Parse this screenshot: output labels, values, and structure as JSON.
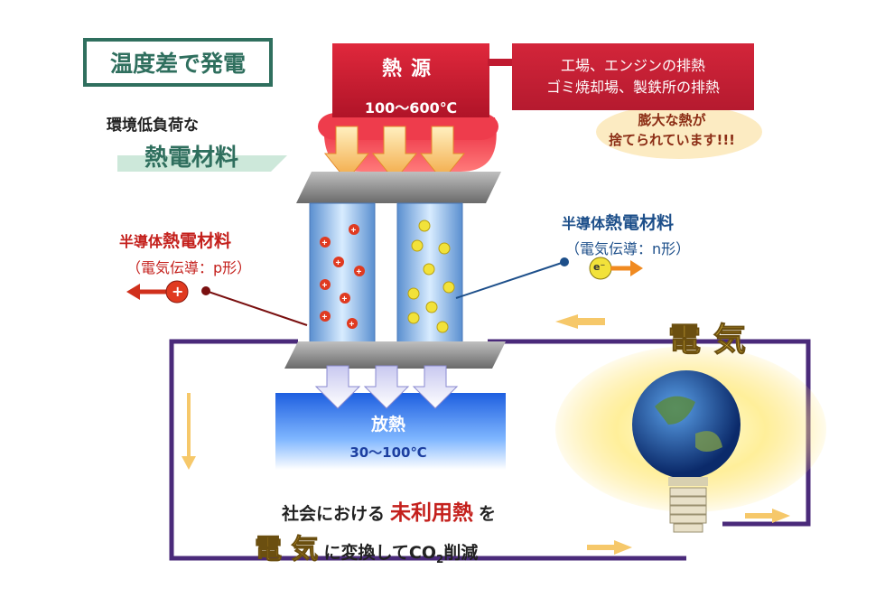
{
  "title": "温度差で発電",
  "eco_label": "環境低負荷な",
  "material_label": "熱電材料",
  "heat_source": {
    "title": "熱源",
    "temp": "100～600℃"
  },
  "waste_heat": {
    "line1": "工場、エンジンの排熱",
    "line2": "ゴミ焼却場、製鉄所の排熱"
  },
  "wasted": {
    "line1": "膨大な熱が",
    "line2": "捨てられています!!!"
  },
  "p_type": {
    "prefix": "半導体",
    "name": "熱電材料",
    "sub": "（電気伝導：p形）",
    "carrier": "+"
  },
  "n_type": {
    "prefix": "半導体",
    "name": "熱電材料",
    "sub": "（電気伝導：n形）",
    "carrier": "e⁻"
  },
  "heat_release": {
    "title": "放熱",
    "temp": "30～100℃"
  },
  "electricity": "電気",
  "bottom": {
    "line1_a": "社会における",
    "line1_hl": "未利用熱",
    "line1_b": "を",
    "line2_hl": "電 気",
    "line2_a": "に変換してCO",
    "line2_sub": "2",
    "line2_b": "削減"
  },
  "colors": {
    "accent_green": "#2f6f5e",
    "heat_red": "#c01a30",
    "p_red": "#c4201c",
    "n_blue": "#1d4f8a",
    "circuit_purple": "#4a2a7a"
  }
}
